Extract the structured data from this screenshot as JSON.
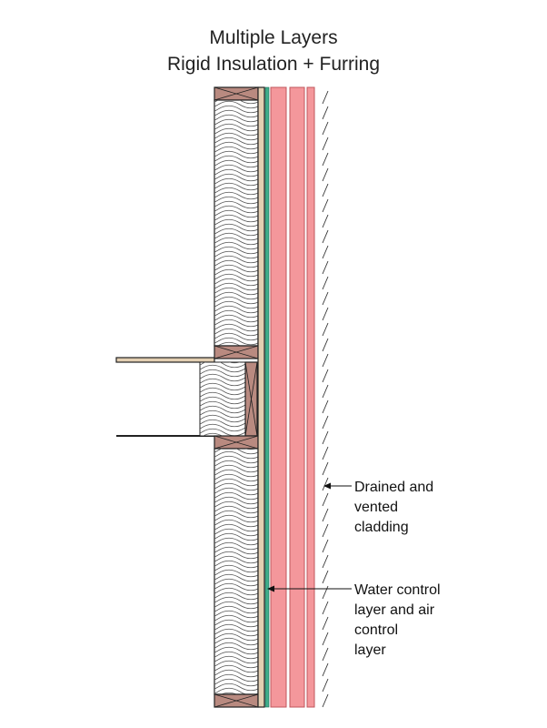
{
  "diagram": {
    "title_line1": "Multiple Layers",
    "title_line2": "Rigid Insulation + Furring",
    "callouts": {
      "cladding": [
        "Drained and",
        "vented",
        "cladding"
      ],
      "membrane": [
        "Water control",
        "layer and air",
        "control",
        "layer"
      ]
    }
  },
  "colors": {
    "wood": "#b98a80",
    "insulation_board": "#f4979b",
    "membrane": "#3fae8c",
    "sheathing": "#e3cfb2",
    "outline": "#222222"
  }
}
